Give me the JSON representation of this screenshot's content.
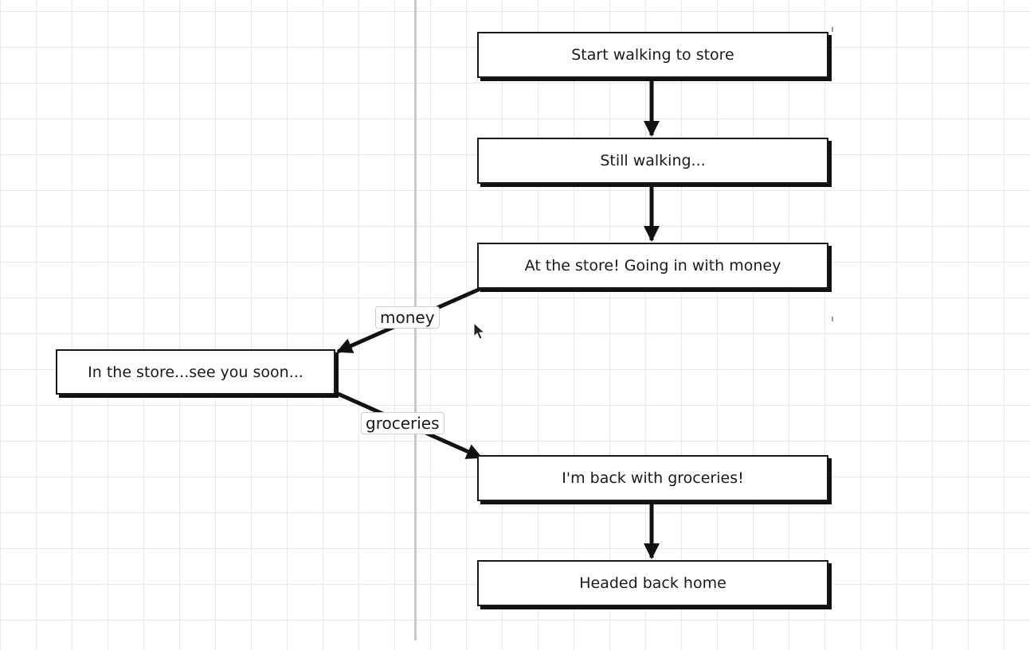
{
  "nodes": {
    "start": "Start walking to store",
    "still": "Still walking...",
    "at_store": "At the store! Going in with money",
    "in_store": "In the store...see you soon...",
    "back": "I'm back with groceries!",
    "home": "Headed back home"
  },
  "edges": {
    "money": "money",
    "groceries": "groceries"
  },
  "colors": {
    "stroke": "#111111",
    "grid": "#e7e7e7",
    "divider": "#c9c9c9"
  }
}
